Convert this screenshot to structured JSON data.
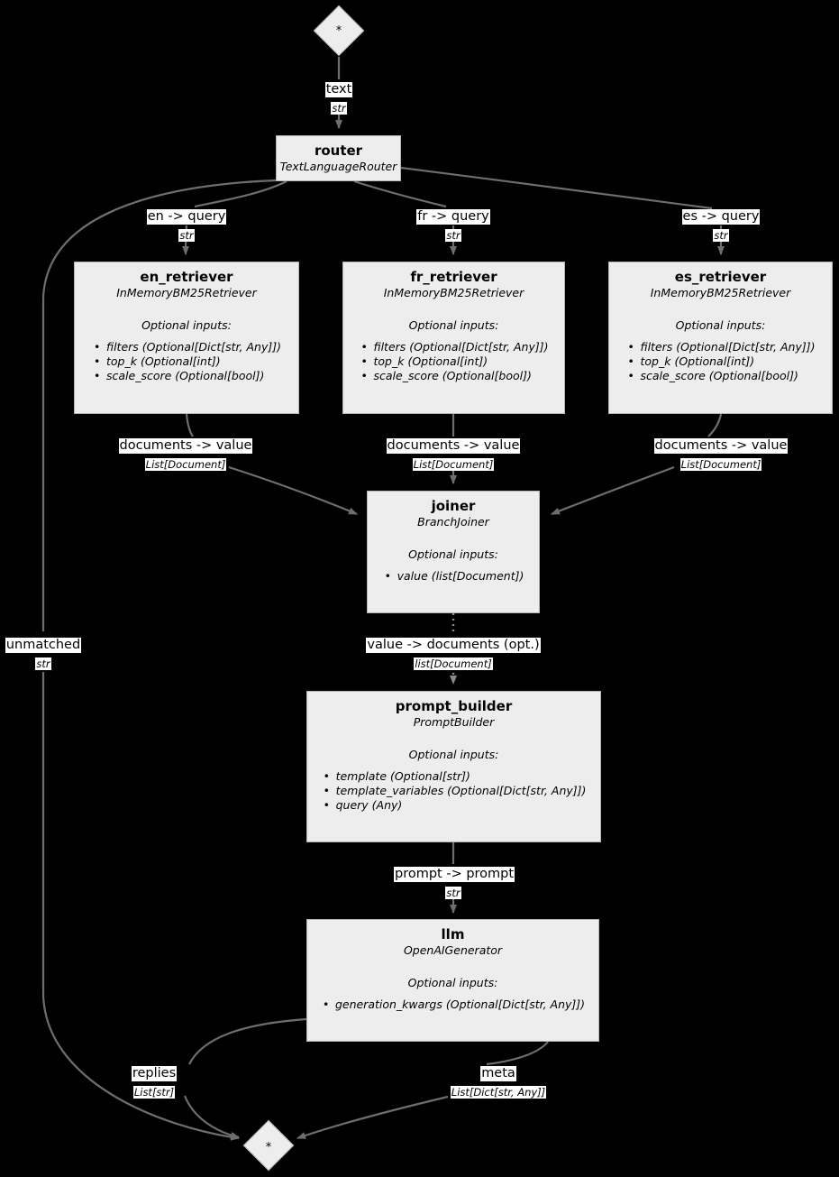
{
  "diagram": {
    "type": "pipeline-graph",
    "background": "#000000",
    "node_fill": "#ededed",
    "node_border": "#b4b4b4",
    "edge_color": "#6e6e6e",
    "label_bg": "#ffffff",
    "input_node": {
      "label": "*"
    },
    "output_node": {
      "label": "*"
    },
    "nodes": [
      {
        "id": "router",
        "name": "router",
        "type": "TextLanguageRouter",
        "optional_header": "",
        "optional_inputs": []
      },
      {
        "id": "en_retriever",
        "name": "en_retriever",
        "type": "InMemoryBM25Retriever",
        "optional_header": "Optional inputs:",
        "optional_inputs": [
          "filters (Optional[Dict[str, Any]])",
          "top_k (Optional[int])",
          "scale_score (Optional[bool])"
        ]
      },
      {
        "id": "fr_retriever",
        "name": "fr_retriever",
        "type": "InMemoryBM25Retriever",
        "optional_header": "Optional inputs:",
        "optional_inputs": [
          "filters (Optional[Dict[str, Any]])",
          "top_k (Optional[int])",
          "scale_score (Optional[bool])"
        ]
      },
      {
        "id": "es_retriever",
        "name": "es_retriever",
        "type": "InMemoryBM25Retriever",
        "optional_header": "Optional inputs:",
        "optional_inputs": [
          "filters (Optional[Dict[str, Any]])",
          "top_k (Optional[int])",
          "scale_score (Optional[bool])"
        ]
      },
      {
        "id": "joiner",
        "name": "joiner",
        "type": "BranchJoiner",
        "optional_header": "Optional inputs:",
        "optional_inputs": [
          "value (list[Document])"
        ]
      },
      {
        "id": "prompt_builder",
        "name": "prompt_builder",
        "type": "PromptBuilder",
        "optional_header": "Optional inputs:",
        "optional_inputs": [
          "template (Optional[str])",
          "template_variables (Optional[Dict[str, Any]])",
          "query (Any)"
        ]
      },
      {
        "id": "llm",
        "name": "llm",
        "type": "OpenAIGenerator",
        "optional_header": "Optional inputs:",
        "optional_inputs": [
          "generation_kwargs (Optional[Dict[str, Any]])"
        ]
      }
    ],
    "edges": [
      {
        "id": "in-router",
        "label": "text",
        "datatype": "str"
      },
      {
        "id": "router-en",
        "label": "en -> query",
        "datatype": "str"
      },
      {
        "id": "router-fr",
        "label": "fr -> query",
        "datatype": "str"
      },
      {
        "id": "router-es",
        "label": "es -> query",
        "datatype": "str"
      },
      {
        "id": "router-unmatched",
        "label": "unmatched",
        "datatype": "str"
      },
      {
        "id": "en-joiner",
        "label": "documents -> value",
        "datatype": "List[Document]"
      },
      {
        "id": "fr-joiner",
        "label": "documents -> value",
        "datatype": "List[Document]"
      },
      {
        "id": "es-joiner",
        "label": "documents -> value",
        "datatype": "List[Document]"
      },
      {
        "id": "joiner-prompt",
        "label": "value -> documents (opt.)",
        "datatype": "list[Document]"
      },
      {
        "id": "prompt-llm",
        "label": "prompt -> prompt",
        "datatype": "str"
      },
      {
        "id": "llm-replies",
        "label": "replies",
        "datatype": "List[str]"
      },
      {
        "id": "llm-meta",
        "label": "meta",
        "datatype": "List[Dict[str, Any]]"
      }
    ]
  }
}
